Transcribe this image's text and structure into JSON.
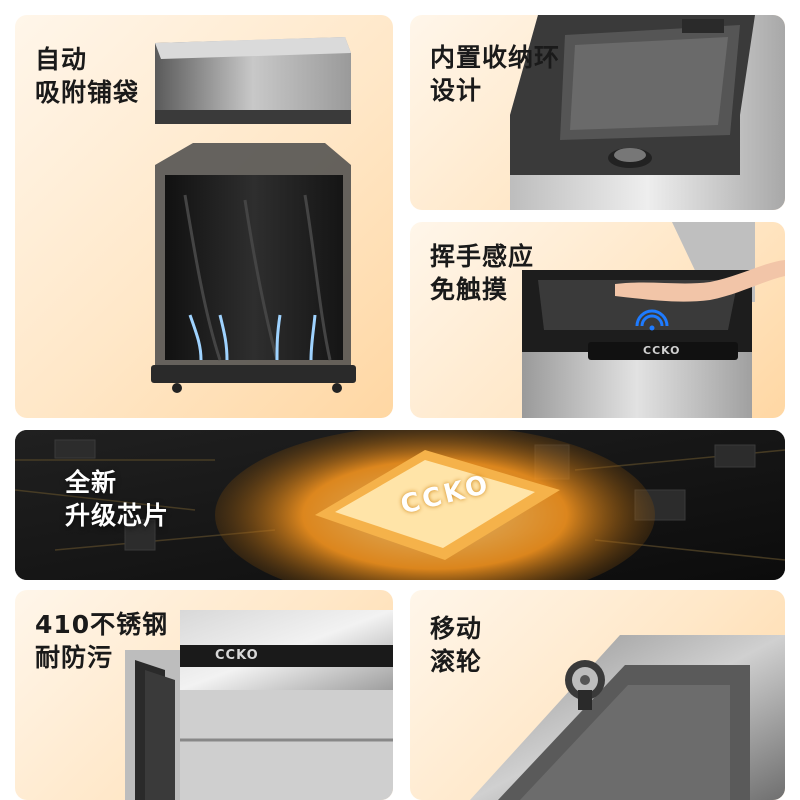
{
  "panels": {
    "auto_bag": {
      "lines": [
        "自动",
        "吸附铺袋"
      ]
    },
    "storage_ring": {
      "lines": [
        "内置收纳环",
        "设计"
      ]
    },
    "sensor": {
      "lines": [
        "挥手感应",
        "免触摸"
      ]
    },
    "chip": {
      "lines": [
        "全新",
        "升级芯片"
      ],
      "chip_brand": "CCKO"
    },
    "steel": {
      "lines": [
        "410不锈钢",
        "耐防污"
      ],
      "panel_brand": "CCKO"
    },
    "wheels": {
      "lines": [
        "移动",
        "滚轮"
      ]
    }
  },
  "sensor_panel_brand": "CCKO",
  "colors": {
    "card_bg_start": "#fff6ea",
    "card_bg_end": "#ffd7a3",
    "steel_light": "#e6e6e6",
    "steel_dark": "#8a8a8a",
    "chip_glow": "#ffb13d",
    "sensor_blue": "#1e7bff"
  }
}
